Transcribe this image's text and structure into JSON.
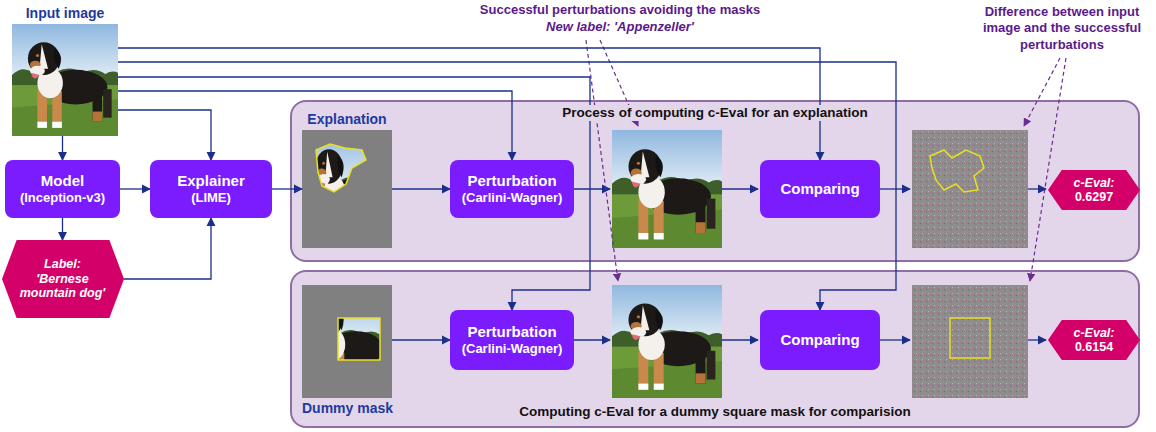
{
  "diagram": {
    "nodes": [
      {
        "text": [
          "Input image"
        ]
      },
      {
        "text": [
          "Model",
          "(Inception-v3)"
        ]
      },
      {
        "text": [
          "Explainer",
          "(LIME)"
        ]
      },
      {
        "text": [
          "Label: 'Bernese mountain dog'"
        ]
      },
      {
        "text": [
          "Process of computing c-Eval for an explanation"
        ]
      },
      {
        "text": [
          "Explanation"
        ],
        "in": 4
      },
      {
        "text": [
          "Perturbation",
          "(Carlini-Wagner)"
        ],
        "in": 4
      },
      {
        "text": [
          "Comparing"
        ],
        "in": 4
      },
      {
        "text": [
          "c-Eval:",
          "0.6297"
        ],
        "in": 4
      },
      {
        "text": [
          "Computing c-Eval for a dummy square mask for comparision"
        ]
      },
      {
        "text": [
          "Dummy mask"
        ],
        "in": 9
      },
      {
        "text": [
          "Perturbation",
          "(Carlini-Wagner)"
        ],
        "in": 9
      },
      {
        "text": [
          "Comparing"
        ],
        "in": 9
      },
      {
        "text": [
          "c-Eval:",
          "0.6154"
        ],
        "in": 9
      }
    ],
    "edges": [
      {
        "from": 0,
        "to": 1,
        "arrow": "to"
      },
      {
        "from": 0,
        "to": 2,
        "arrow": "to"
      },
      {
        "from": 1,
        "to": 2,
        "arrow": "to"
      },
      {
        "from": 1,
        "to": 3,
        "arrow": "to"
      },
      {
        "from": 3,
        "to": 2,
        "arrow": "to"
      },
      {
        "from": 2,
        "to": 5,
        "arrow": "to"
      },
      {
        "from": 5,
        "to": 6,
        "arrow": "to"
      },
      {
        "from": 0,
        "to": 6,
        "arrow": "to"
      },
      {
        "from": 0,
        "to": 7,
        "arrow": "to"
      },
      {
        "from": 0,
        "to": 11,
        "arrow": "to"
      },
      {
        "from": 0,
        "to": 12,
        "arrow": "to"
      },
      {
        "from": 10,
        "to": 11,
        "arrow": "to"
      }
    ],
    "labels": [
      "Successful perturbations avoiding the masks",
      "New label: 'Appenzeller'",
      "Difference between input image and the successful perturbations"
    ]
  }
}
